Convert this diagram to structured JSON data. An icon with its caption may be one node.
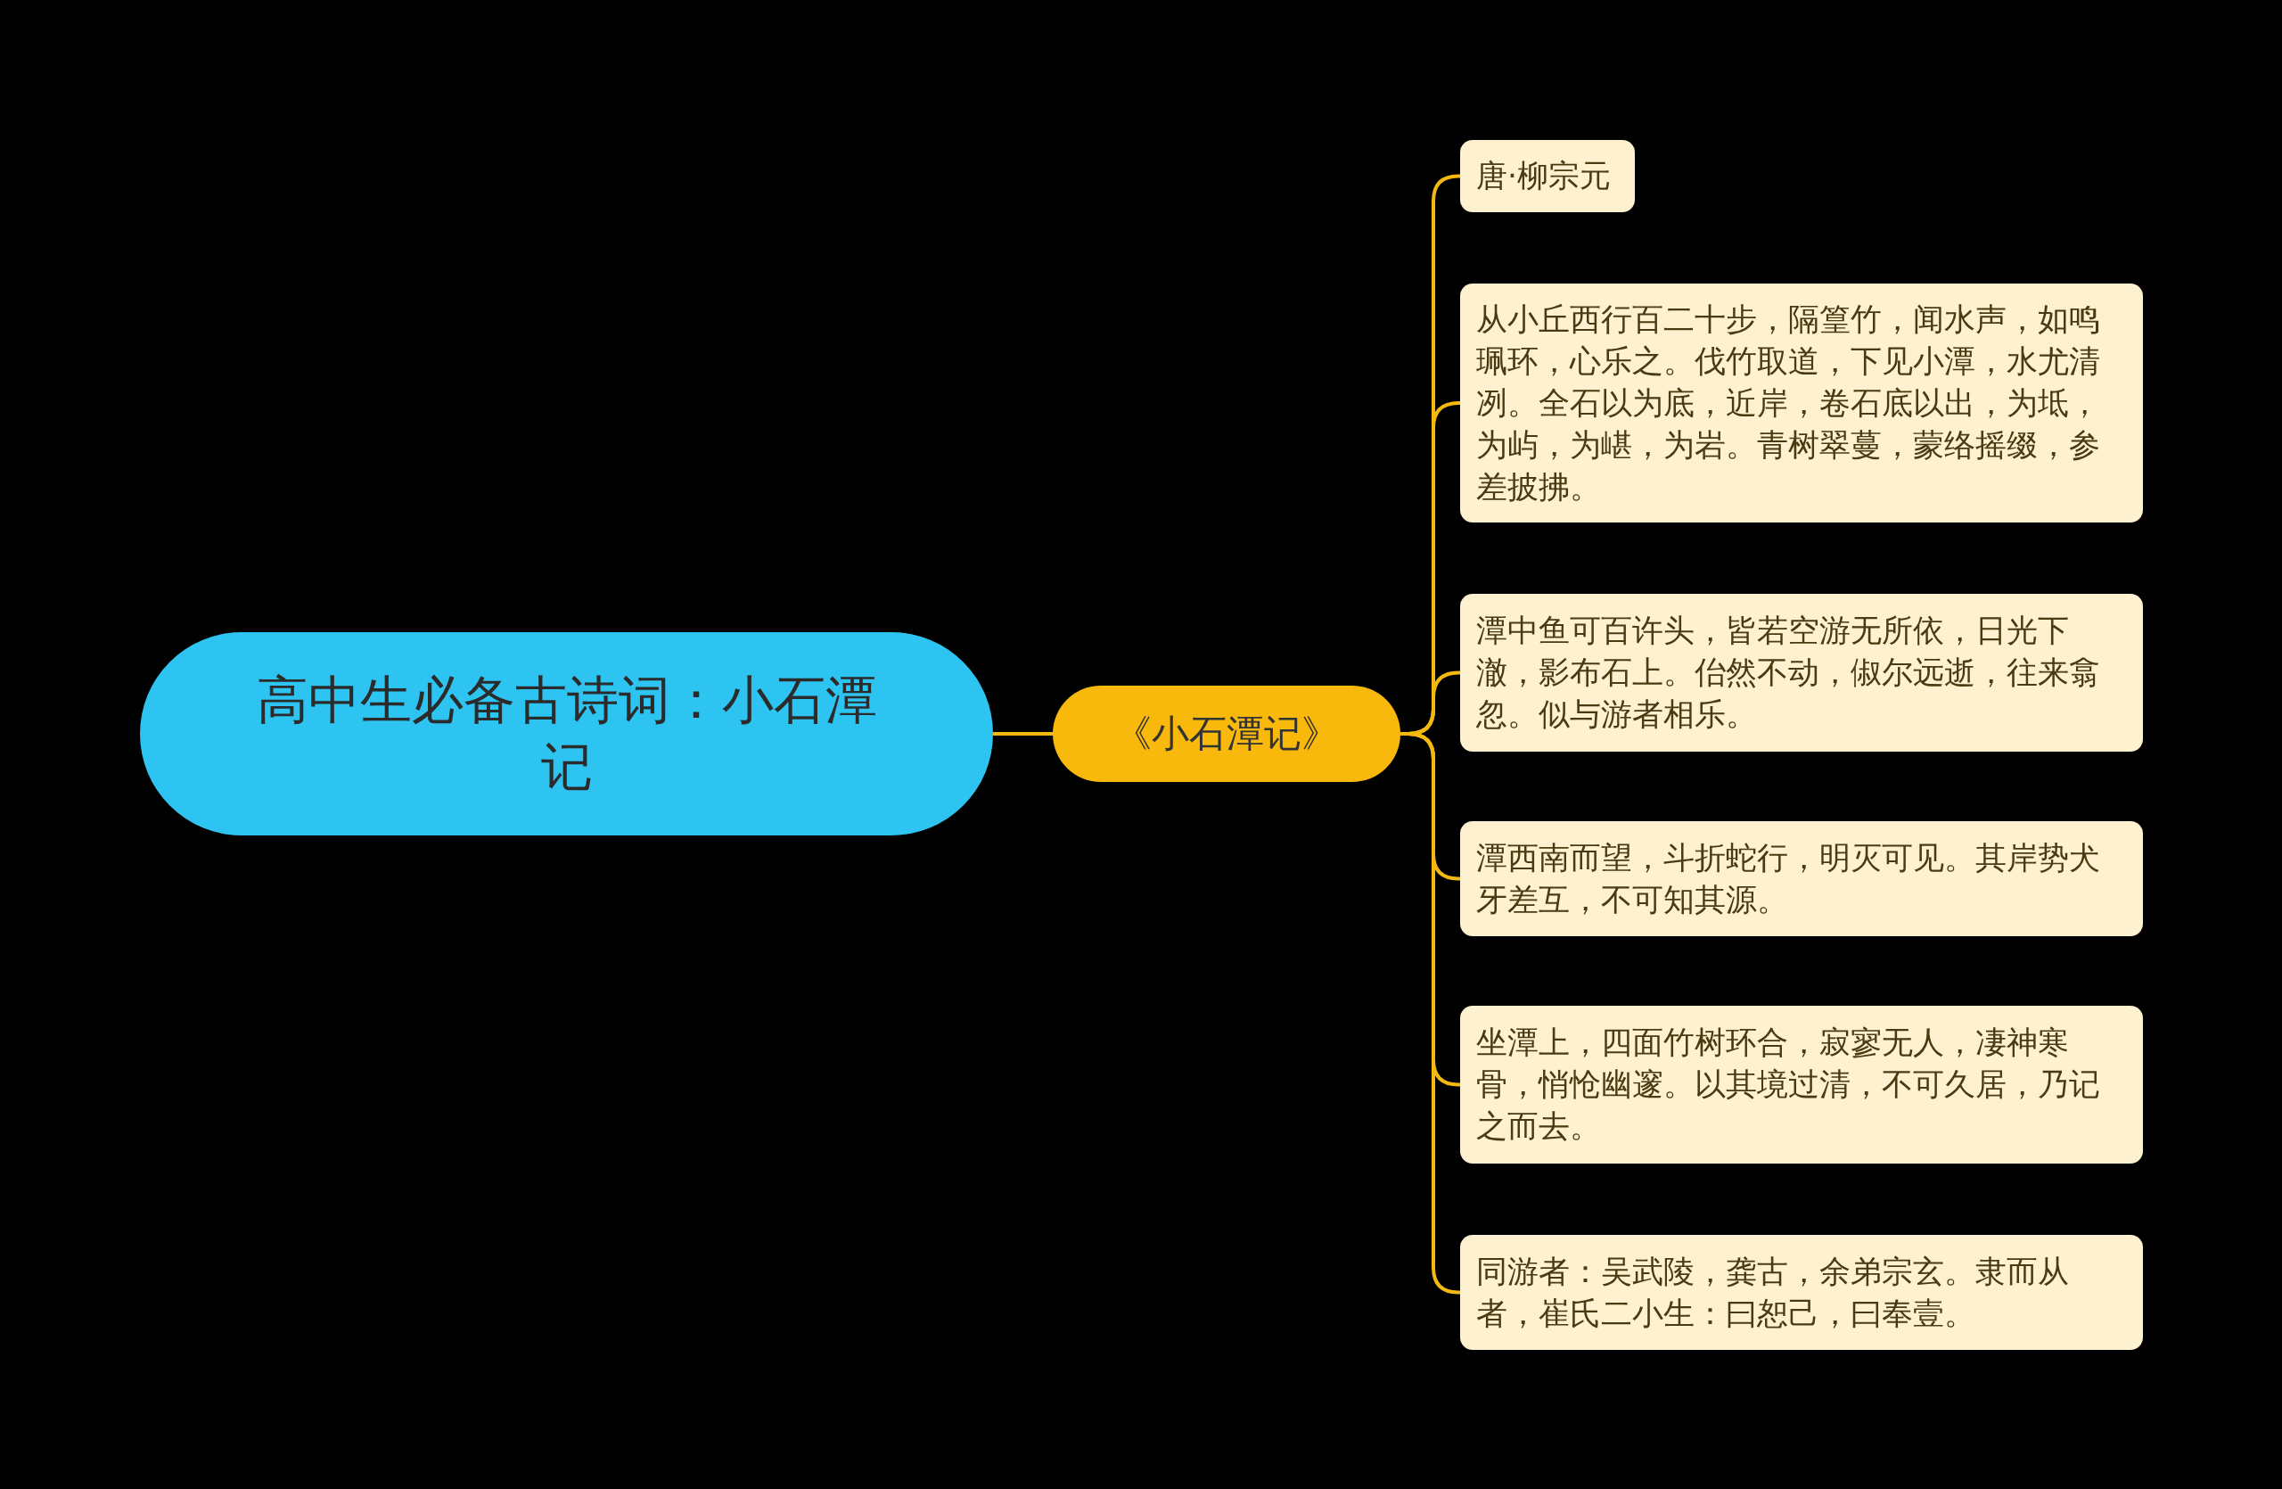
{
  "diagram": {
    "nodes": [
      {
        "text": [
          "高中生必备古诗词：小石潭记"
        ]
      },
      {
        "text": [
          "《小石潭记》"
        ]
      },
      {
        "text": [
          "唐·柳宗元"
        ]
      },
      {
        "text": [
          "从小丘西行百二十步，隔篁竹，闻水声，如鸣珮环，心乐之。伐竹取道，下见小潭，水尤清冽。全石以为底，近岸，卷石底以出，为坻，为屿，为嵁，为岩。青树翠蔓，蒙络摇缀，参差披拂。"
        ]
      },
      {
        "text": [
          "潭中鱼可百许头，皆若空游无所依，日光下澈，影布石上。佁然不动，俶尔远逝，往来翕忽。似与游者相乐。"
        ]
      },
      {
        "text": [
          "潭西南而望，斗折蛇行，明灭可见。其岸势犬牙差互，不可知其源。"
        ]
      },
      {
        "text": [
          "坐潭上，四面竹树环合，寂寥无人，凄神寒骨，悄怆幽邃。以其境过清，不可久居，乃记之而去。"
        ]
      },
      {
        "text": [
          "同游者：吴武陵，龚古，余弟宗玄。隶而从者，崔氏二小生：曰恕己，曰奉壹。"
        ]
      }
    ],
    "edges": [
      {
        "from": 0,
        "to": 1,
        "arrow": "none"
      },
      {
        "from": 1,
        "to": 2,
        "arrow": "none"
      },
      {
        "from": 1,
        "to": 3,
        "arrow": "none"
      },
      {
        "from": 1,
        "to": 4,
        "arrow": "none"
      },
      {
        "from": 1,
        "to": 5,
        "arrow": "none"
      },
      {
        "from": 1,
        "to": 6,
        "arrow": "none"
      },
      {
        "from": 1,
        "to": 7,
        "arrow": "none"
      }
    ]
  }
}
